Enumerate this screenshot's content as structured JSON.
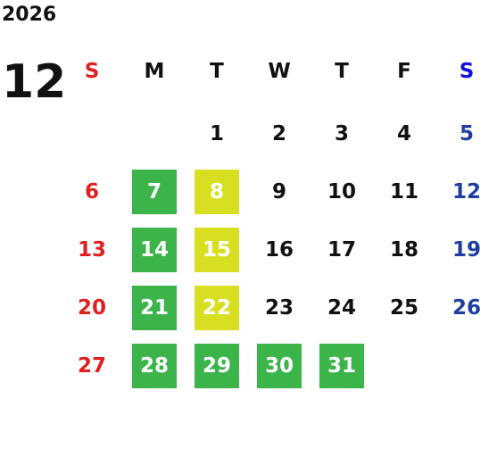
{
  "calendar": {
    "year": "2026",
    "month": "12",
    "weekdays": [
      "S",
      "M",
      "T",
      "W",
      "T",
      "F",
      "S"
    ],
    "first_weekday_index": 2,
    "days_in_month": 31,
    "colors": {
      "default_text": "#111111",
      "sunday_text": "#e02020",
      "saturday_text": "#1e3fa0",
      "saturday_header_text": "#1010e0",
      "highlight_text": "#ffffff",
      "green": "#3bb44a",
      "yellow": "#d8df20"
    },
    "highlights": [
      {
        "day": 7,
        "color": "green"
      },
      {
        "day": 8,
        "color": "yellow"
      },
      {
        "day": 14,
        "color": "green"
      },
      {
        "day": 15,
        "color": "yellow"
      },
      {
        "day": 21,
        "color": "green"
      },
      {
        "day": 22,
        "color": "yellow"
      },
      {
        "day": 28,
        "color": "green"
      },
      {
        "day": 29,
        "color": "green"
      },
      {
        "day": 30,
        "color": "green"
      },
      {
        "day": 31,
        "color": "green"
      }
    ]
  }
}
